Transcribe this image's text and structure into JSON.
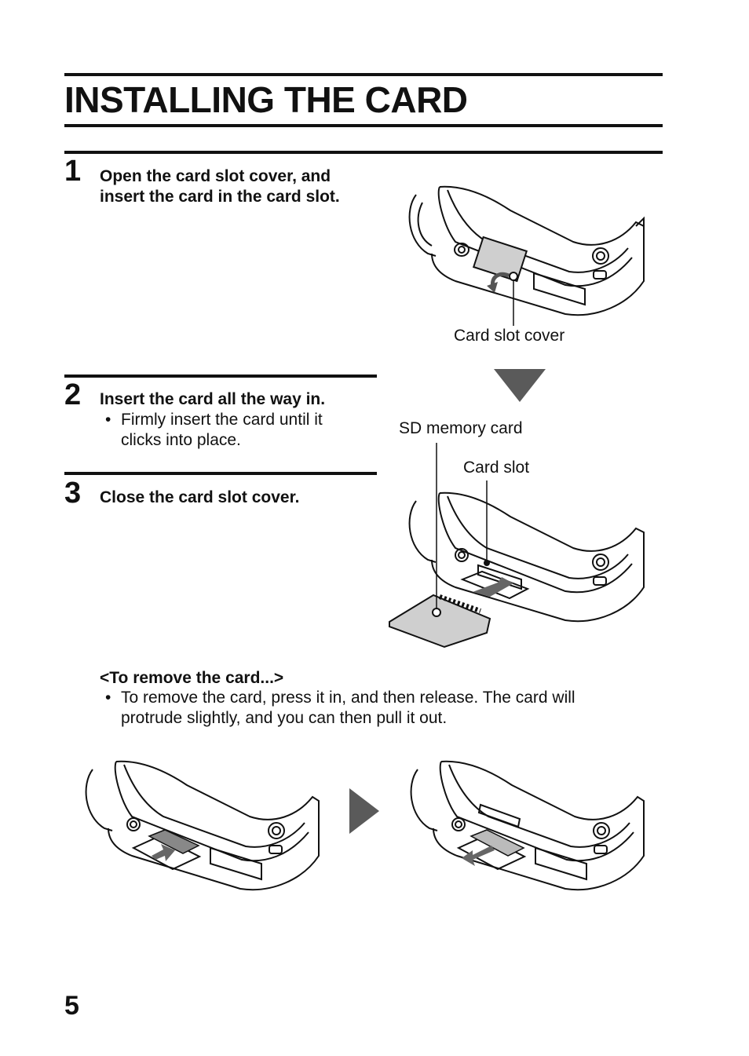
{
  "page": {
    "title": "INSTALLING THE CARD",
    "page_number": "5"
  },
  "steps": [
    {
      "number": "1",
      "lines": [
        "Open the card slot cover, and",
        "insert the card in the card slot."
      ]
    },
    {
      "number": "2",
      "lines": [
        "Insert the card all the way in."
      ],
      "bullet": [
        "Firmly insert the card until it",
        "clicks into place."
      ]
    },
    {
      "number": "3",
      "lines": [
        "Close the card slot cover."
      ]
    }
  ],
  "figure_labels": {
    "card_slot_cover": "Card slot cover",
    "sd_memory_card": "SD memory card",
    "card_slot": "Card slot"
  },
  "remove": {
    "heading": "<To remove the card...>",
    "bullet": [
      "To remove the card, press it in, and then release. The card will",
      "protrude slightly, and you can then pull it out."
    ]
  },
  "bullet_char": "•",
  "colors": {
    "text": "#111111",
    "arrow_gray": "#5a5a5a",
    "rule": "#111111"
  }
}
